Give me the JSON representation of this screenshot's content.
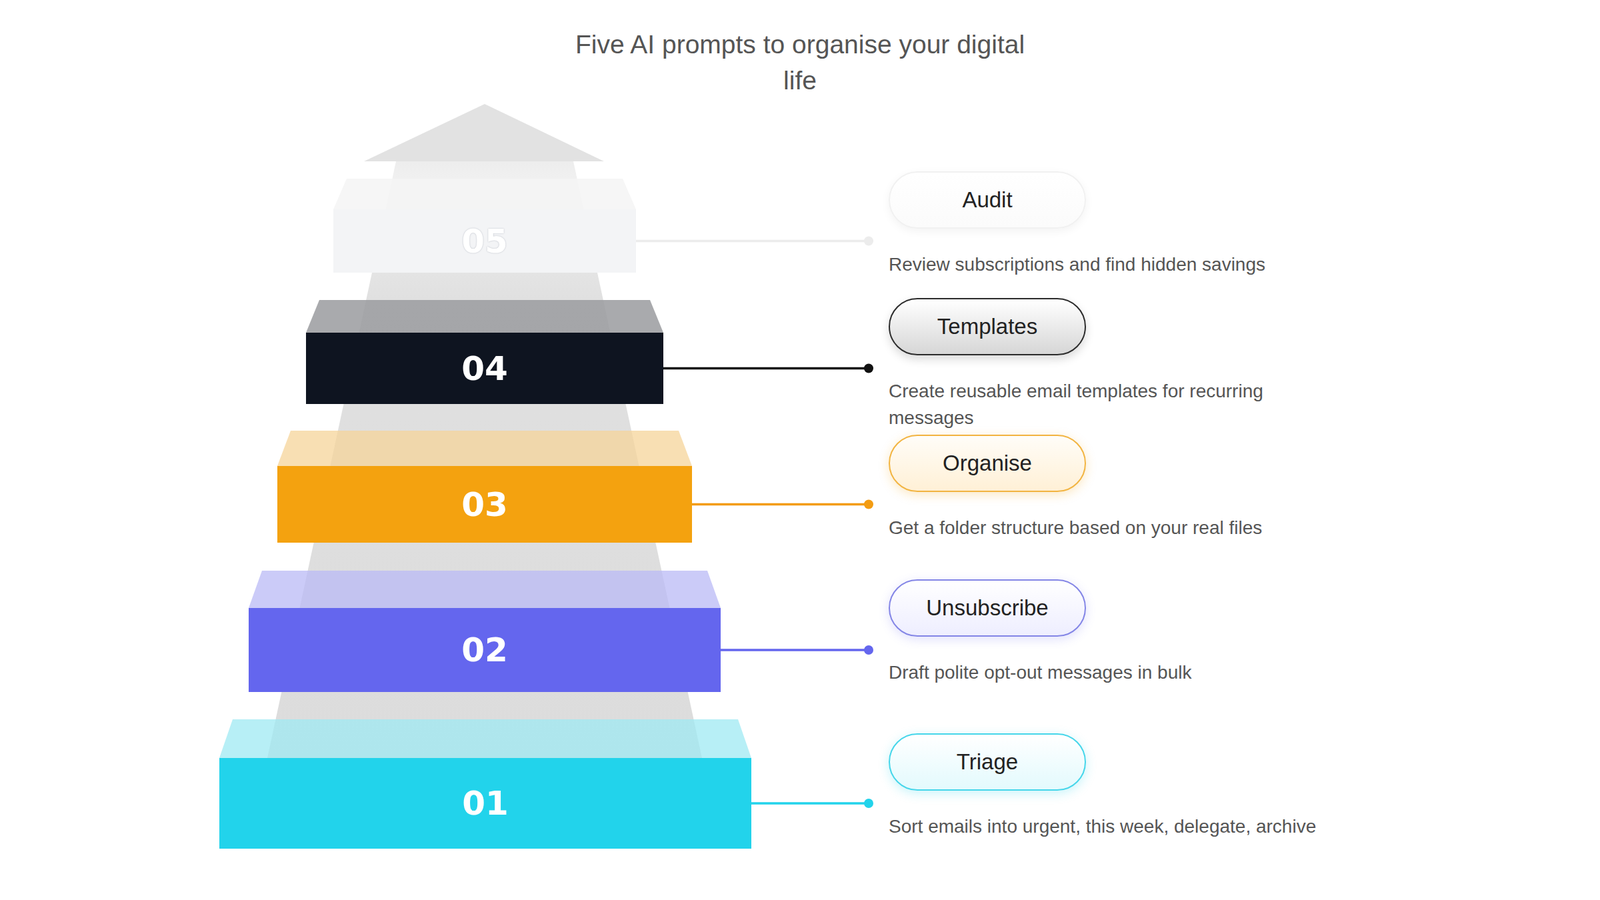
{
  "diagram": {
    "title": "Five AI prompts to organise your digital life",
    "nodes": [
      {
        "text": [
          "05"
        ]
      },
      {
        "text": [
          "Audit",
          "Review subscriptions and find hidden savings"
        ]
      },
      {
        "text": [
          "04"
        ]
      },
      {
        "text": [
          "Templates",
          "Create reusable email templates for recurring messages"
        ]
      },
      {
        "text": [
          "03"
        ]
      },
      {
        "text": [
          "Organise",
          "Get a folder structure based on your real files"
        ]
      },
      {
        "text": [
          "02"
        ]
      },
      {
        "text": [
          "Unsubscribe",
          "Draft polite opt-out messages in bulk"
        ]
      },
      {
        "text": [
          "01"
        ]
      },
      {
        "text": [
          "Triage",
          "Sort emails into urgent, this week, delegate, archive"
        ]
      }
    ],
    "edges": [
      {
        "from": 0,
        "to": 1,
        "arrow": "none"
      },
      {
        "from": 2,
        "to": 3,
        "arrow": "none"
      },
      {
        "from": 4,
        "to": 5,
        "arrow": "none"
      },
      {
        "from": 6,
        "to": 7,
        "arrow": "none"
      },
      {
        "from": 8,
        "to": 9,
        "arrow": "none"
      }
    ]
  }
}
